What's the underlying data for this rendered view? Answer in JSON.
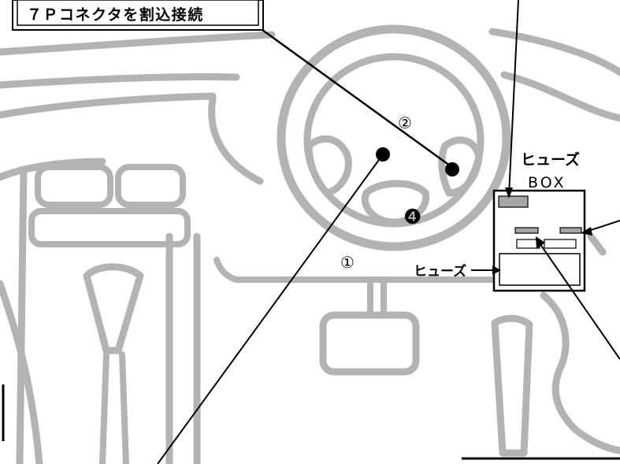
{
  "callout_label": "７Ｐコネクタを割込接続",
  "markers": {
    "one": "①",
    "two": "②",
    "four": "❹"
  },
  "fuse_box": {
    "title_line1": "ヒューズ",
    "title_line2": "BOX",
    "fuse_label": "ヒューズ"
  },
  "colors": {
    "outline_gray": "#b3b3b3",
    "line_black": "#000000"
  }
}
